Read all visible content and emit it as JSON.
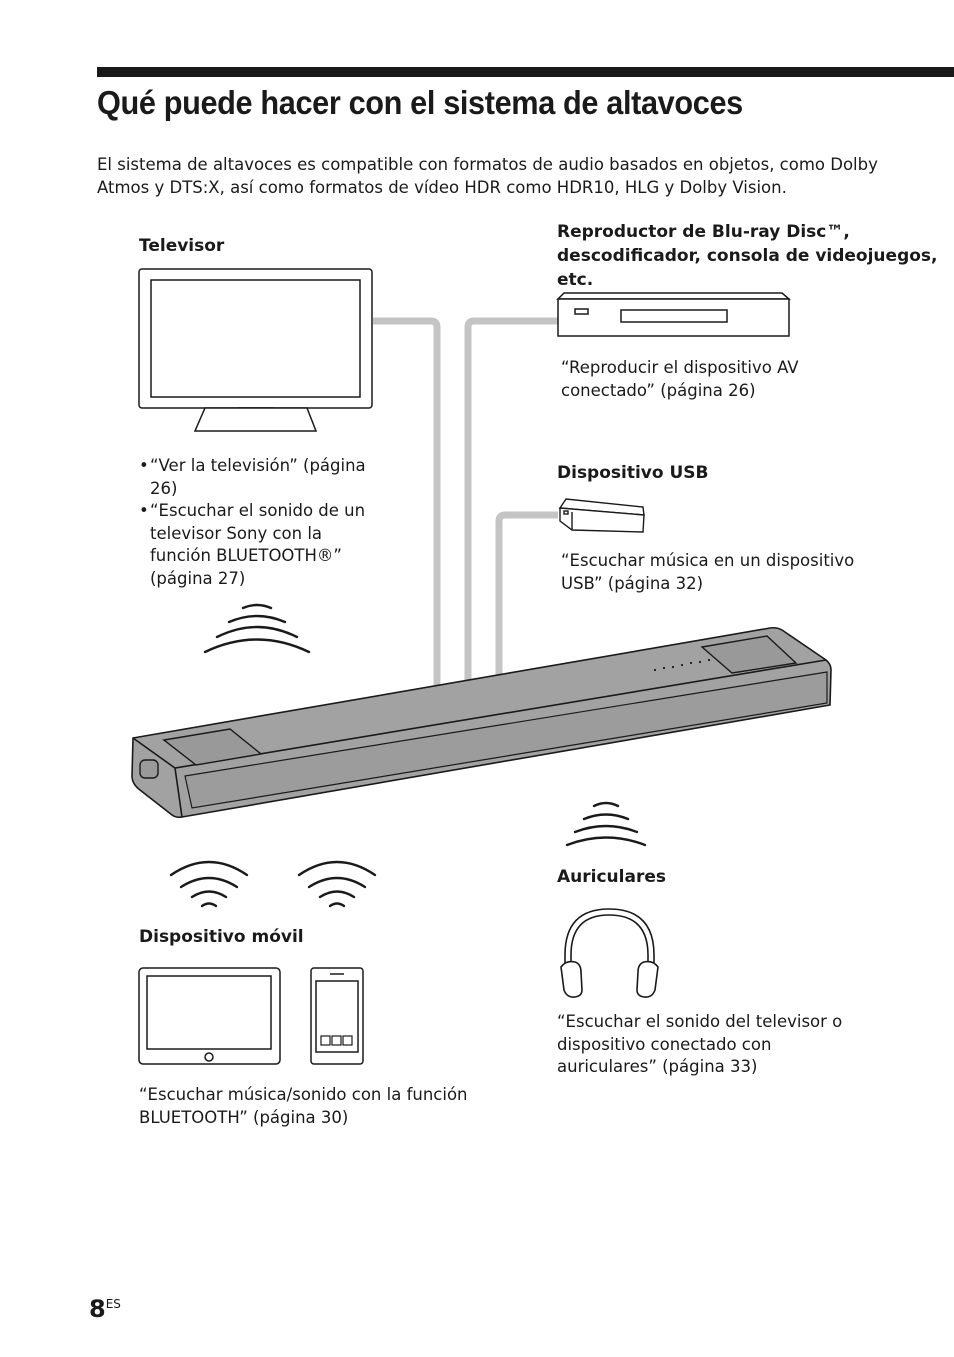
{
  "title": "Qué puede hacer con el sistema de altavoces",
  "intro": "El sistema de altavoces es compatible con formatos de audio basados en objetos, como Dolby Atmos y DTS:X, así como formatos de vídeo HDR como HDR10, HLG y Dolby Vision.",
  "tv": {
    "label": "Televisor",
    "bullets": [
      "“Ver la televisión” (página 26)",
      "“Escuchar el sonido de un televisor Sony con la función BLUETOOTH®” (página 27)"
    ]
  },
  "player": {
    "label": "Reproductor de Blu-ray Disc™, descodificador, consola de videojuegos, etc.",
    "desc": "“Reproducir el dispositivo AV conectado” (página 26)"
  },
  "usb": {
    "label": "Dispositivo USB",
    "desc": "“Escuchar música en un dispositivo USB” (página 32)"
  },
  "headphones": {
    "label": "Auriculares",
    "desc": "“Escuchar el sonido del televisor o dispositivo conectado con auriculares” (página 33)"
  },
  "mobile": {
    "label": "Dispositivo móvil",
    "desc": "“Escuchar música/sonido con la función BLUETOOTH” (página 30)"
  },
  "page": {
    "number": "8",
    "suffix": "ES"
  }
}
